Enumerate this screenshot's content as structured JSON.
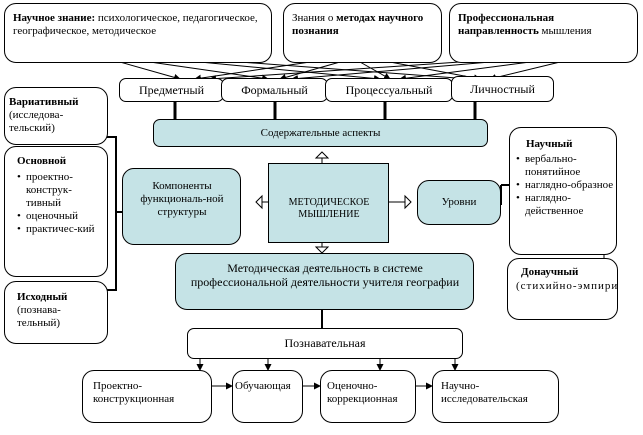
{
  "top": {
    "science_bold": "Научное знание:",
    "science_rest": " психологическое, педагогическое, географическое, методическое",
    "methods_pre": "Знания о ",
    "methods_bold": "методах научного познания",
    "prof_bold": "Профессиональная направленность",
    "prof_rest": " мышления"
  },
  "styles": [
    "Предметный",
    "Формальный",
    "Процессуальный",
    "Личностный"
  ],
  "content_aspects": "Содержательные аспекты",
  "left": {
    "variative_bold": "Вариативный",
    "variative_sub": "(исследова-тельский)",
    "main_bold": "Основной",
    "main_items": [
      "проектно-конструк-тивный",
      "оценочный",
      "практичес-кий"
    ],
    "initial_bold": "Исходный",
    "initial_sub": "(познава-тельный)"
  },
  "components": "Компоненты функциональ-ной структуры",
  "center": "МЕТОДИЧЕСКОЕ МЫШЛЕНИЕ",
  "levels": "Уровни",
  "right": {
    "scientific_bold": "Научный",
    "scientific_items": [
      "вербально-понятийное",
      "наглядно-образное",
      "наглядно-действенное"
    ],
    "prescientific_bold": "Донаучный",
    "prescientific_sub": "(стихийно-эмпирическ"
  },
  "activity": "Методическая деятельность в системе профессиональной деятельности учителя географии",
  "cognitive": "Познавательная",
  "bottom": [
    "Проектно-конструкционная",
    "Обучающая",
    "Оценочно-коррекционная",
    "Научно-исследовательская"
  ],
  "colors": {
    "teal": "#c5e3e6",
    "line": "#000000"
  }
}
